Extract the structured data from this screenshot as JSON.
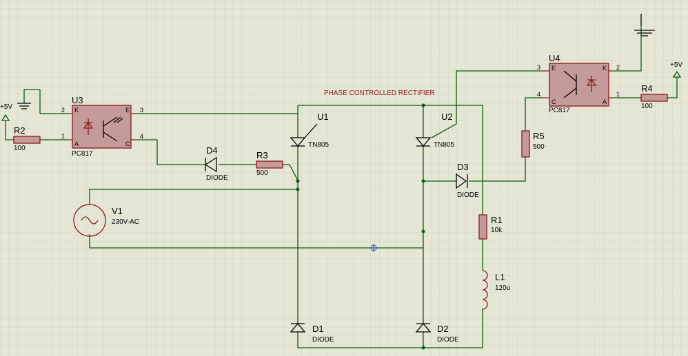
{
  "title": "PHASE CONTROLLED RECTIFIER",
  "components": {
    "U1": {
      "ref": "U1",
      "value": "TN805"
    },
    "U2": {
      "ref": "U2",
      "value": "TN805"
    },
    "U3": {
      "ref": "U3",
      "value": "PC817",
      "pin1": "1",
      "pin2": "2",
      "pin3": "3",
      "pin4": "4",
      "pinA": "A",
      "pinK": "K",
      "pinE": "E",
      "pinC": "C"
    },
    "U4": {
      "ref": "U4",
      "value": "PC817",
      "pin1": "1",
      "pin2": "2",
      "pin3": "3",
      "pin4": "4",
      "pinA": "A",
      "pinK": "K",
      "pinE": "E",
      "pinC": "C"
    },
    "D1": {
      "ref": "D1",
      "value": "DIODE"
    },
    "D2": {
      "ref": "D2",
      "value": "DIODE"
    },
    "D3": {
      "ref": "D3",
      "value": "DIODE"
    },
    "D4": {
      "ref": "D4",
      "value": "DIODE"
    },
    "R1": {
      "ref": "R1",
      "value": "10k"
    },
    "R2": {
      "ref": "R2",
      "value": "100"
    },
    "R3": {
      "ref": "R3",
      "value": "500"
    },
    "R4": {
      "ref": "R4",
      "value": "100"
    },
    "R5": {
      "ref": "R5",
      "value": "500"
    },
    "L1": {
      "ref": "L1",
      "value": "120u"
    },
    "V1": {
      "ref": "V1",
      "value": "230V-AC"
    }
  },
  "power": {
    "left": "+5V",
    "right": "+5V"
  },
  "colors": {
    "background": "#e6e6d7",
    "grid": "#cfcfbf",
    "wire": "#0a5a0a",
    "component": "#8b1a1a",
    "body_fill": "#c49a9a"
  }
}
